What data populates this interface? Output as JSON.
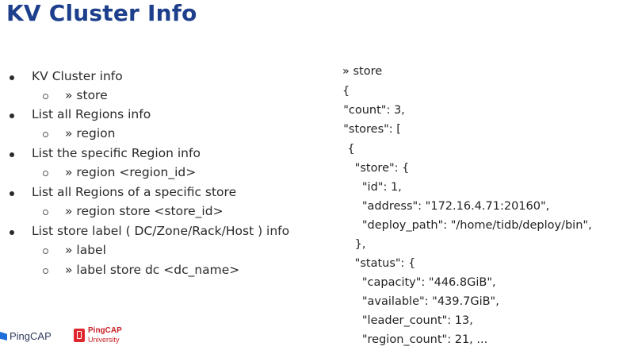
{
  "title": "KV Cluster Info",
  "bullets": [
    {
      "text": "KV Cluster info",
      "sub": [
        "» store"
      ]
    },
    {
      "text": "List all Regions info",
      "sub": [
        "» region"
      ]
    },
    {
      "text": "List  the specific Region info",
      "sub": [
        "» region <region_id>"
      ]
    },
    {
      "text": "List all Regions of a specific store",
      "sub": [
        "» region store <store_id>"
      ]
    },
    {
      "text": "List store label ( DC/Zone/Rack/Host ) info",
      "sub": [
        "» label",
        "» label store dc <dc_name>"
      ]
    }
  ],
  "code_lines": [
    "» store",
    "{",
    "  \"count\": 3,",
    "  \"stores\": [",
    "    {",
    "      \"store\": {",
    "        \"id\": 1,",
    "        \"address\": \"172.16.4.71:20160\",",
    "        \"deploy_path\": \"/home/tidb/deploy/bin\",",
    "      },",
    "      \"status\": {",
    "        \"capacity\": \"446.8GiB\",",
    "        \"available\": \"439.7GiB\",",
    "        \"leader_count\": 13,",
    "        \"region_count\": 21, ..."
  ],
  "logos": {
    "pingcap": "PingCAP",
    "university_top": "PingCAP",
    "university_bottom": "University"
  },
  "colors": {
    "title": "#1d3f8c",
    "university_red": "#e0262e",
    "pingcap_blue": "#1e6fd9"
  }
}
